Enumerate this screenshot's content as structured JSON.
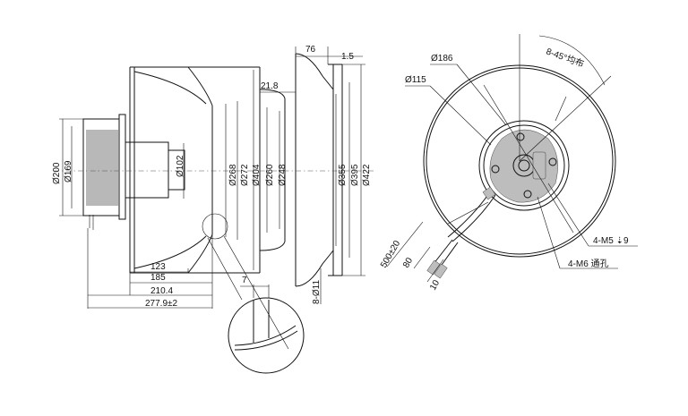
{
  "colors": {
    "line": "#111111",
    "background": "#ffffff",
    "shade": "#bdbdbd"
  },
  "side_view": {
    "dims": {
      "d200": "Ø200",
      "d169": "Ø169",
      "d102": "Ø102",
      "d268": "Ø268",
      "d272": "Ø272",
      "d404": "Ø404",
      "d260": "Ø260",
      "d248": "Ø248",
      "d355": "Ø355",
      "d395": "Ø395",
      "d422": "Ø422",
      "w76": "76",
      "w1_5": "1.5",
      "w21_8": "21.8",
      "l123": "123",
      "l185": "185",
      "l210_4": "210.4",
      "l277_9": "277.9±2",
      "hole_8_d11": "8-Ø11",
      "detail_7": "7"
    }
  },
  "front_view": {
    "dims": {
      "d186": "Ø186",
      "d115": "Ø115",
      "angle": "8-45°均布",
      "cable_500": "500±20",
      "cable_80": "80",
      "cable_10": "10",
      "m5": "4-M5 ⇣9",
      "m6": "4-M6 通孔"
    }
  }
}
